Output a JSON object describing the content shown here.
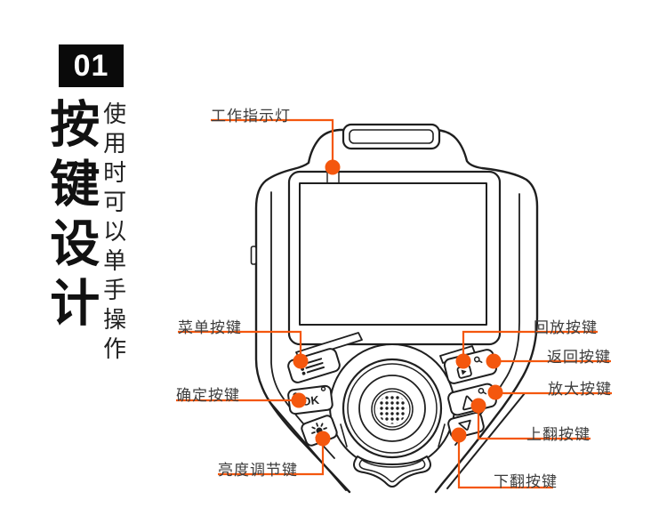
{
  "badge": {
    "number": "01"
  },
  "heading": {
    "title": "按键设计",
    "subtitle": "使用时可以单手操作"
  },
  "callouts": {
    "work_indicator": "工作指示灯",
    "menu": "菜单按键",
    "confirm": "确定按键",
    "brightness": "亮度调节键",
    "playback": "回放按键",
    "back": "返回按键",
    "zoom_in": "放大按键",
    "page_up": "上翻按键",
    "page_down": "下翻按键"
  },
  "device": {
    "ok_label": "OK"
  },
  "colors": {
    "accent": "#f4570e",
    "line_art": "#1f1f1f",
    "label_text": "#3d3d3d",
    "badge_bg": "#0a0a0a"
  }
}
